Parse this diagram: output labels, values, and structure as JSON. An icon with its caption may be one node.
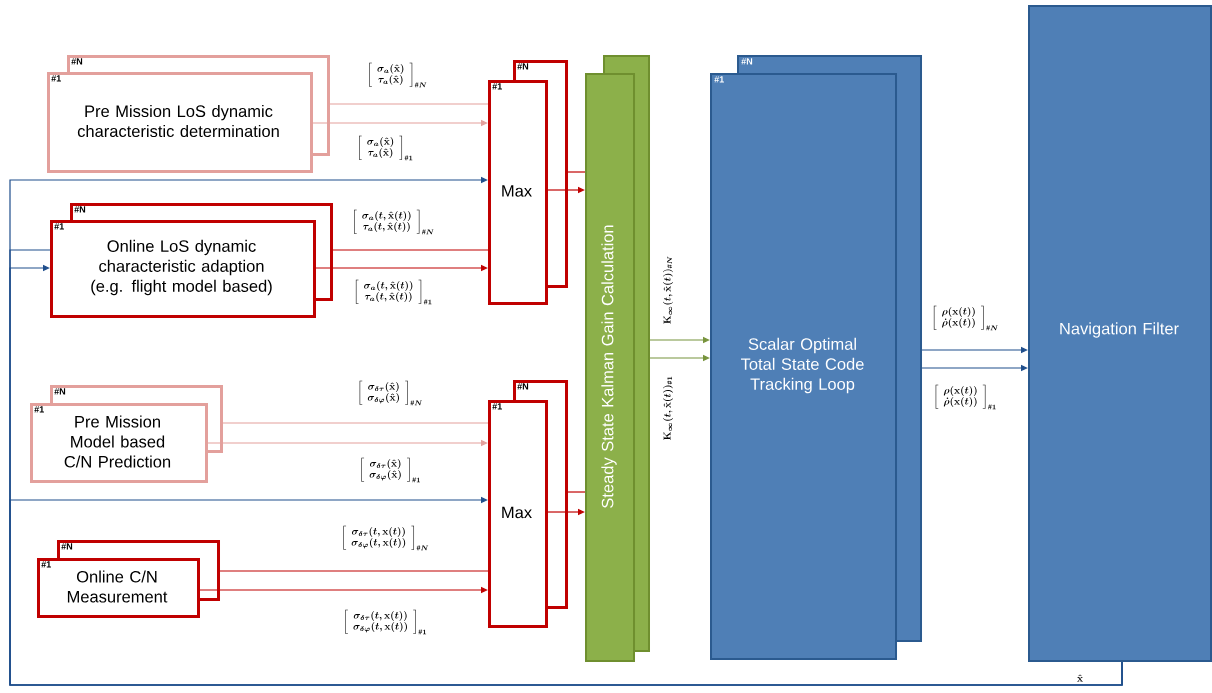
{
  "diagram": {
    "nodes": [
      {
        "text": [
          "#N",
          "#1",
          "Pre Mission LoS dynamic characteristic determination"
        ]
      },
      {
        "text": [
          "#N",
          "#1",
          "Max"
        ]
      },
      {
        "text": [
          "Steady State Kalman Gain Calculation"
        ]
      },
      {
        "text": [
          "#N",
          "#1",
          "Scalar Optimal Total State Code Tracking Loop"
        ]
      },
      {
        "text": [
          "Navigation Filter"
        ]
      },
      {
        "text": [
          "#N",
          "#1",
          "Online LoS dynamic characteristic adaption (e.g. flight model based)"
        ]
      },
      {
        "text": [
          "#N",
          "#1",
          "Pre Mission Model based C/N Prediction"
        ]
      },
      {
        "text": [
          "#N",
          "#1",
          "Max"
        ]
      },
      {
        "text": [
          "#N",
          "#1",
          "Online C/N Measurement"
        ]
      }
    ],
    "edges": [
      {
        "from": 0,
        "to": 1,
        "arrow": "none",
        "color": "#e3a09c",
        "label": "\\left[\\begin{array}{c}\\sigma_{a}(\\hat{\\mathbf{x}})\\\\\\tau_{a}(\\hat{\\mathbf{x}})\\end{array}\\right]_{\\#N}"
      },
      {
        "from": 0,
        "to": 1,
        "arrow": "to",
        "color": "#e3a09c",
        "label": "\\left[\\begin{array}{c}\\sigma_{a}(\\hat{\\mathbf{x}})\\\\\\tau_{a}(\\hat{\\mathbf{x}})\\end{array}\\right]_{\\#1}"
      },
      {
        "from": 4,
        "to": 1,
        "arrow": "to",
        "color": "#1f4e8c",
        "label": "\\hat{\\mathbf{x}}"
      },
      {
        "from": 1,
        "to": 2,
        "arrow": "none",
        "color": "#c00000"
      },
      {
        "from": 1,
        "to": 2,
        "arrow": "to",
        "color": "#c00000"
      },
      {
        "from": 5,
        "to": 1,
        "arrow": "none",
        "color": "#c00000",
        "label": "\\left[\\begin{array}{c}\\sigma_{a}(t,\\hat{\\mathbf{x}}(t))\\\\\\tau_{a}(t,\\hat{\\mathbf{x}}(t))\\end{array}\\right]_{\\#N}"
      },
      {
        "from": 5,
        "to": 1,
        "arrow": "to",
        "color": "#c00000",
        "label": "\\left[\\begin{array}{c}\\sigma_{a}(t,\\hat{\\mathbf{x}}(t))\\\\\\tau_{a}(t,\\hat{\\mathbf{x}}(t))\\end{array}\\right]_{\\#1}"
      },
      {
        "from": 4,
        "to": 5,
        "arrow": "none",
        "color": "#1f4e8c"
      },
      {
        "from": 4,
        "to": 5,
        "arrow": "to",
        "color": "#1f4e8c"
      },
      {
        "from": 2,
        "to": 3,
        "arrow": "to",
        "color": "#77933c",
        "label": "\\mathbf{K}_{\\infty}(t,\\hat{\\mathbf{x}}(t))_{\\#N}"
      },
      {
        "from": 2,
        "to": 3,
        "arrow": "to",
        "color": "#77933c",
        "label": "\\mathbf{K}_{\\infty}(t,\\hat{\\mathbf{x}}(t))_{\\#1}"
      },
      {
        "from": 3,
        "to": 4,
        "arrow": "to",
        "color": "#1f4e8c",
        "label": "\\left[\\begin{array}{c}\\rho(\\mathbf{x}(t))\\\\\\dot{\\rho}(\\mathbf{x}(t))\\end{array}\\right]_{\\#N}"
      },
      {
        "from": 3,
        "to": 4,
        "arrow": "to",
        "color": "#1f4e8c",
        "label": "\\left[\\begin{array}{c}\\rho(\\mathbf{x}(t))\\\\\\dot{\\rho}(\\mathbf{x}(t))\\end{array}\\right]_{\\#1}"
      },
      {
        "from": 6,
        "to": 7,
        "arrow": "none",
        "color": "#e3a09c",
        "label": "\\left[\\begin{array}{c}\\sigma_{\\delta\\tau}(\\hat{\\mathbf{x}})\\\\\\sigma_{\\delta\\varphi}(\\hat{\\mathbf{x}})\\end{array}\\right]_{\\#N}"
      },
      {
        "from": 6,
        "to": 7,
        "arrow": "to",
        "color": "#e3a09c",
        "label": "\\left[\\begin{array}{c}\\sigma_{\\delta\\tau}(\\hat{\\mathbf{x}})\\\\\\sigma_{\\delta\\varphi}(\\hat{\\mathbf{x}})\\end{array}\\right]_{\\#1}"
      },
      {
        "from": 4,
        "to": 7,
        "arrow": "to",
        "color": "#1f4e8c"
      },
      {
        "from": 7,
        "to": 2,
        "arrow": "none",
        "color": "#c00000"
      },
      {
        "from": 7,
        "to": 2,
        "arrow": "to",
        "color": "#c00000"
      },
      {
        "from": 8,
        "to": 7,
        "arrow": "none",
        "color": "#c00000",
        "label": "\\left[\\begin{array}{c}\\sigma_{\\delta\\tau}(t,\\mathbf{x}(t))\\\\\\sigma_{\\delta\\varphi}(t,\\mathbf{x}(t))\\end{array}\\right]_{\\#N}"
      },
      {
        "from": 8,
        "to": 7,
        "arrow": "to",
        "color": "#c00000",
        "label": "\\left[\\begin{array}{c}\\sigma_{\\delta\\tau}(t,\\mathbf{x}(t))\\\\\\sigma_{\\delta\\varphi}(t,\\mathbf{x}(t))\\end{array}\\right]_{\\#1}"
      }
    ]
  }
}
